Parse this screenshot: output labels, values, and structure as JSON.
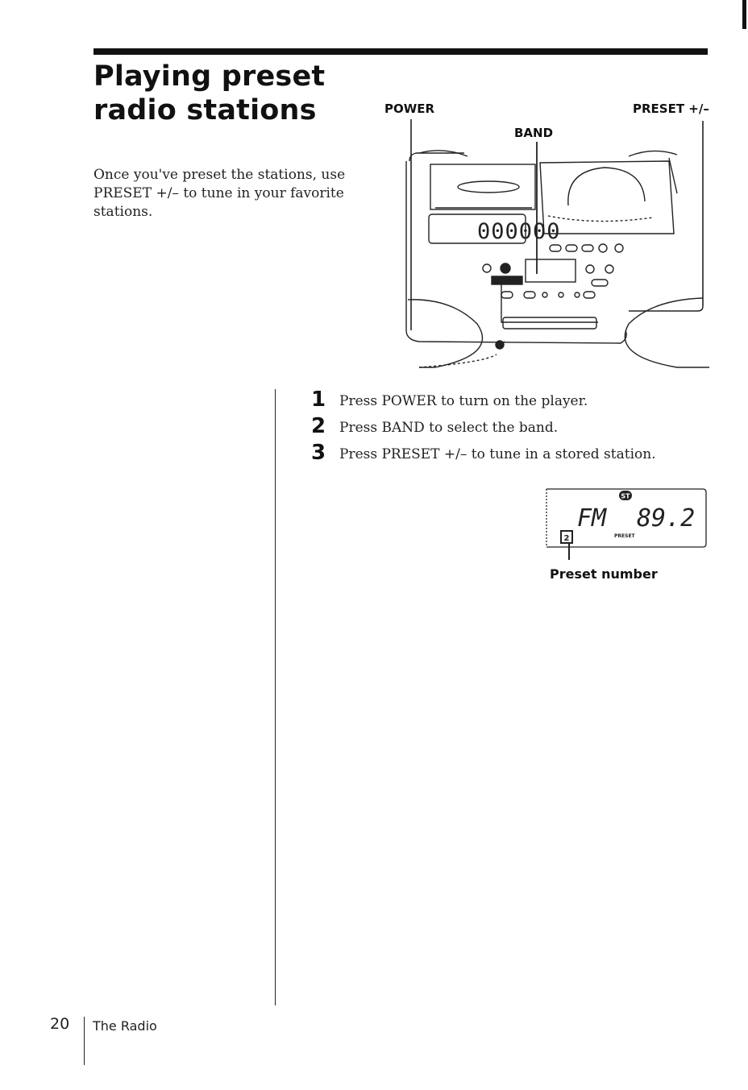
{
  "page": {
    "title_line1": "Playing preset",
    "title_line2": "radio stations",
    "intro_line1": "Once you've preset the stations, use",
    "intro_line2": "PRESET +/– to tune in your favorite",
    "intro_line3": "stations."
  },
  "figure": {
    "label_power": "POWER",
    "label_band": "BAND",
    "label_preset": "PRESET +/–",
    "counter": "000000"
  },
  "steps": [
    {
      "num": "1",
      "text": "Press POWER to turn on the player."
    },
    {
      "num": "2",
      "text": "Press BAND to select the band."
    },
    {
      "num": "3",
      "text": "Press PRESET +/– to tune in a stored station."
    }
  ],
  "display": {
    "band": "FM",
    "frequency": "89.2",
    "stereo_badge": "ST",
    "preset_tag": "PRESET",
    "preset_num": "2",
    "caption": "Preset number"
  },
  "footer": {
    "page_number": "20",
    "section": "The Radio"
  }
}
